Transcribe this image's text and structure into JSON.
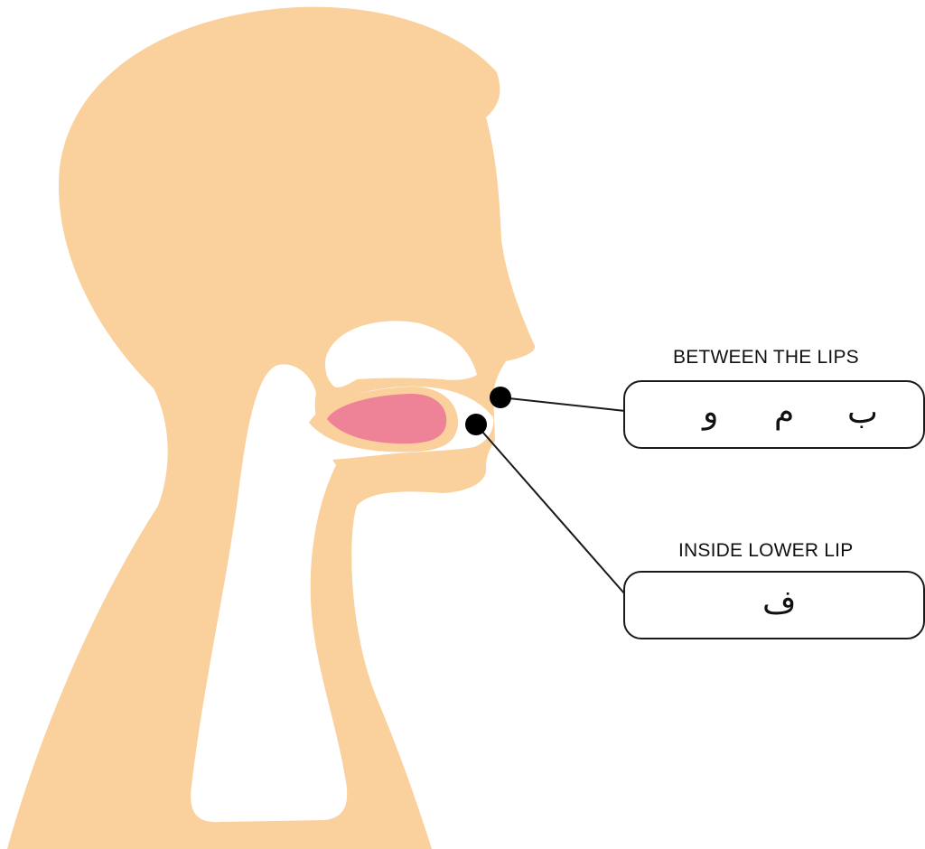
{
  "colors": {
    "skin": "#FAD09C",
    "tongue": "#EE8296",
    "cavity": "#FFFFFF",
    "ink": "#111111"
  },
  "callouts": [
    {
      "label": "BETWEEN THE LIPS",
      "letters": [
        "ب",
        "م",
        "و"
      ]
    },
    {
      "label": "INSIDE LOWER LIP",
      "letters": [
        "ف"
      ]
    }
  ]
}
